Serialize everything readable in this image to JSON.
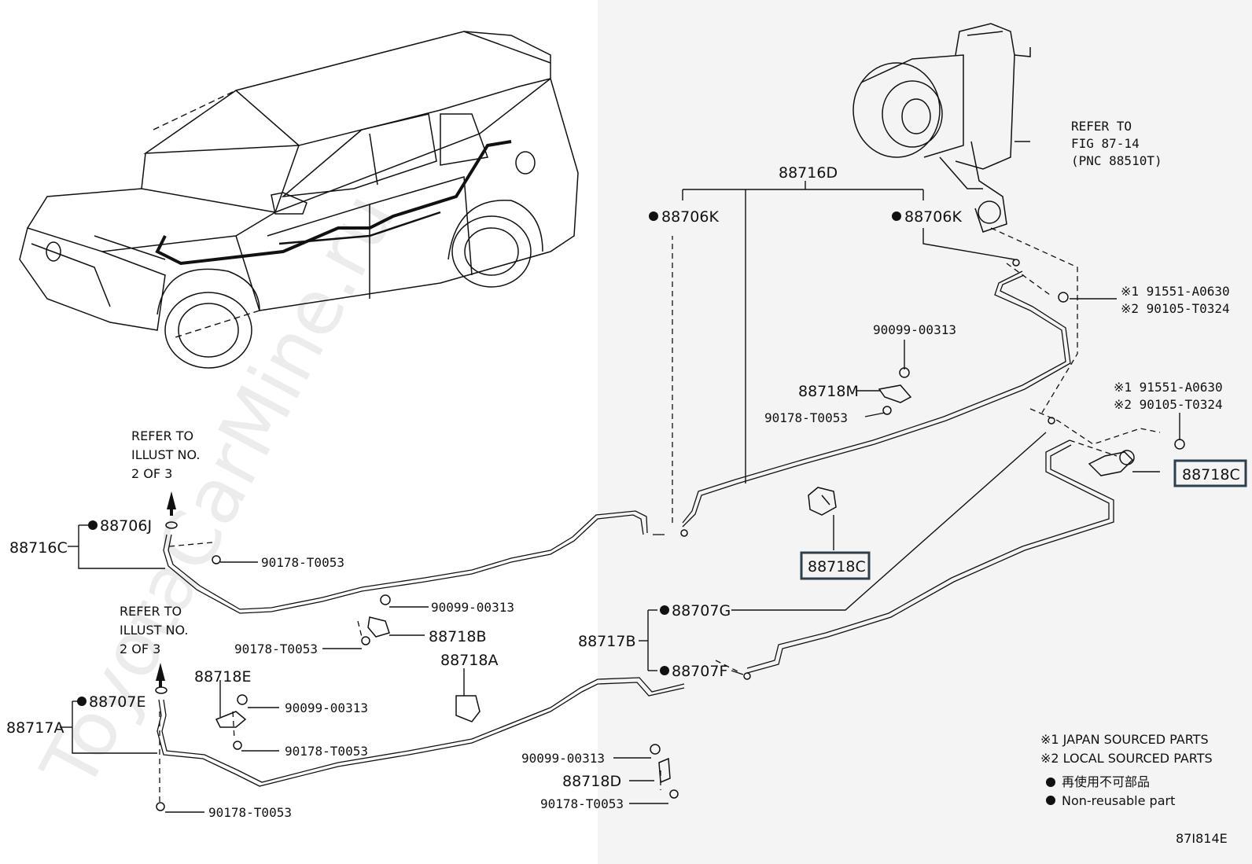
{
  "watermark": "ToyotaCarMine.ru",
  "diagram_code": "87I814E",
  "refer_blower": [
    "REFER TO",
    "FIG 87-14",
    "(PNC 88510T)"
  ],
  "refer_illust_upper": [
    "REFER TO",
    "ILLUST NO.",
    "2 OF 3"
  ],
  "refer_illust_lower": [
    "REFER TO",
    "ILLUST NO.",
    "2 OF 3"
  ],
  "parts": {
    "p88716D": "88716D",
    "p88706K_left": "88706K",
    "p88706K_right": "88706K",
    "p91551_upper": "※1 91551-A0630",
    "p90105_upper": "※2 90105-T0324",
    "p91551_lower": "※1 91551-A0630",
    "p90105_lower": "※2 90105-T0324",
    "p90099_upper": "90099-00313",
    "p88718M": "88718M",
    "p90178_M": "90178-T0053",
    "p88718C_right": "88718C",
    "p88718C_center": "88718C",
    "p88716C": "88716C",
    "p88706J": "88706J",
    "p90178_C": "90178-T0053",
    "p90099_B": "90099-00313",
    "p88718B": "88718B",
    "p90178_B": "90178-T0053",
    "p88718A": "88718A",
    "p88718E": "88718E",
    "p90099_E": "90099-00313",
    "p90178_E": "90178-T0053",
    "p88707E": "88707E",
    "p88717A": "88717A",
    "p90178_A": "90178-T0053",
    "p88707G": "88707G",
    "p88717B": "88717B",
    "p88707F": "88707F",
    "p90099_D": "90099-00313",
    "p88718D": "88718D",
    "p90178_D": "90178-T0053"
  },
  "legend": {
    "note1": "※1 JAPAN SOURCED PARTS",
    "note2": "※2 LOCAL SOURCED PARTS",
    "nonreusable_jp": "再使用不可部品",
    "nonreusable_en": "Non-reusable part"
  }
}
